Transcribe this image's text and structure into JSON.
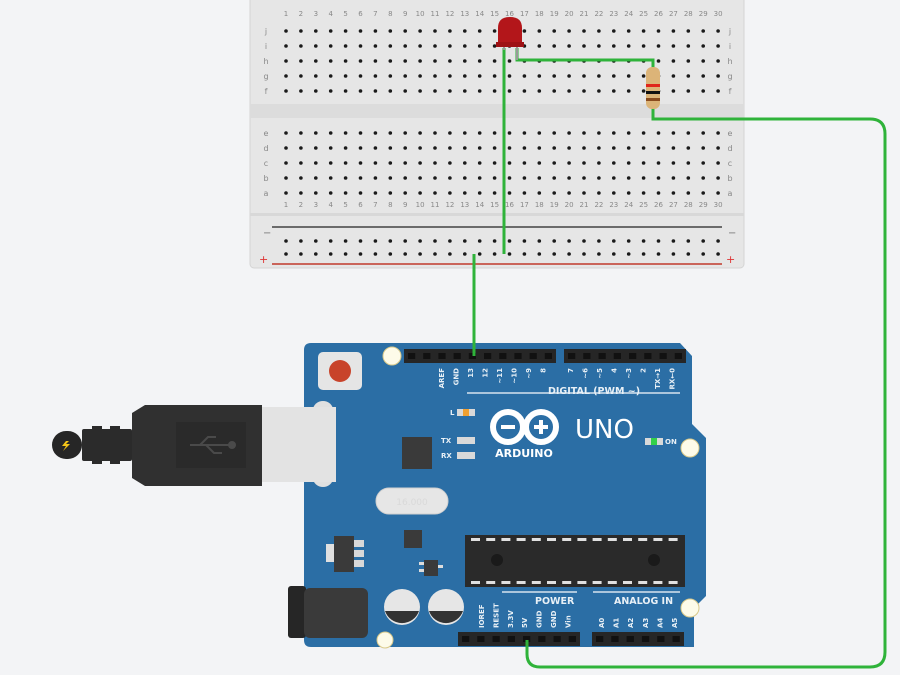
{
  "canvas": {
    "background": "#f3f4f6"
  },
  "breadboard": {
    "columns": 30,
    "top_rows": [
      "j",
      "i",
      "h",
      "g",
      "f"
    ],
    "bottom_rows": [
      "e",
      "d",
      "c",
      "b",
      "a"
    ],
    "rail_minus": "−",
    "rail_plus": "+",
    "body_color": "#e6e6e6",
    "hole_color": "#1a1a1a"
  },
  "components": {
    "led": {
      "label": "LED",
      "color": "#b3161a",
      "column": 16
    },
    "resistor": {
      "label": "Resistor",
      "band_colors": [
        "#e0261b",
        "#111111",
        "#8a4b1d"
      ]
    }
  },
  "wires": {
    "color": "#2fb33a",
    "list": [
      {
        "name": "led-cathode-to-gnd-rail"
      },
      {
        "name": "led-anode-to-resistor"
      },
      {
        "name": "resistor-to-5v"
      },
      {
        "name": "gnd-rail-to-pin13"
      }
    ]
  },
  "arduino": {
    "board_color": "#2b6ea5",
    "brand": "ARDUINO",
    "model": "UNO",
    "digital_label": "DIGITAL (PWM ~)",
    "digital_pins_left": [
      "AREF",
      "GND",
      "13",
      "12",
      "~11",
      "~10",
      "~9",
      "8"
    ],
    "digital_pins_right": [
      "7",
      "~6",
      "~5",
      "4",
      "~3",
      "2",
      "TX→1",
      "RX←0"
    ],
    "led_labels": {
      "l": "L",
      "tx": "TX",
      "rx": "RX",
      "on": "ON"
    },
    "power_label": "POWER",
    "power_pins": [
      "IOREF",
      "RESET",
      "3.3V",
      "5V",
      "GND",
      "GND",
      "Vin"
    ],
    "analog_label": "ANALOG IN",
    "analog_pins": [
      "A0",
      "A1",
      "A2",
      "A3",
      "A4",
      "A5"
    ],
    "crystal_text": "16.000"
  },
  "usb": {
    "icon": "usb-icon"
  }
}
